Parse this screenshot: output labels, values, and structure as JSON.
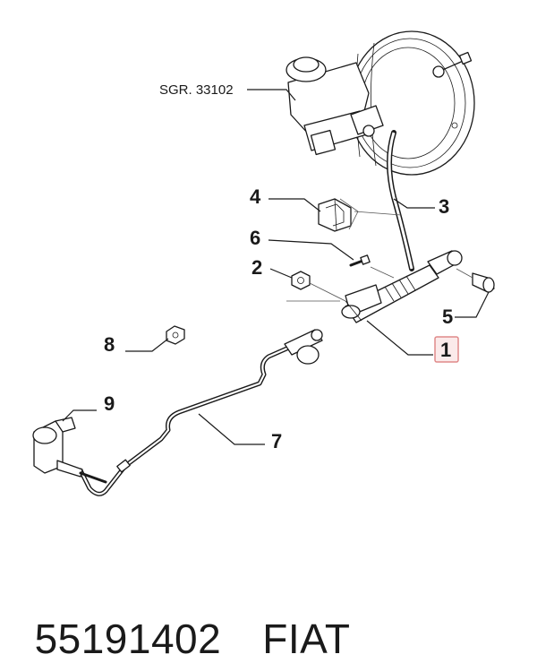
{
  "diagram": {
    "reference_label": "SGR. 33102",
    "callouts": [
      "1",
      "2",
      "3",
      "4",
      "5",
      "6",
      "7",
      "8",
      "9"
    ],
    "highlighted_callout": "1",
    "highlight_color": "#e08a8a",
    "highlight_fill": "#fbeaea"
  },
  "footer": {
    "part_number": "55191402",
    "brand": "FIAT"
  }
}
